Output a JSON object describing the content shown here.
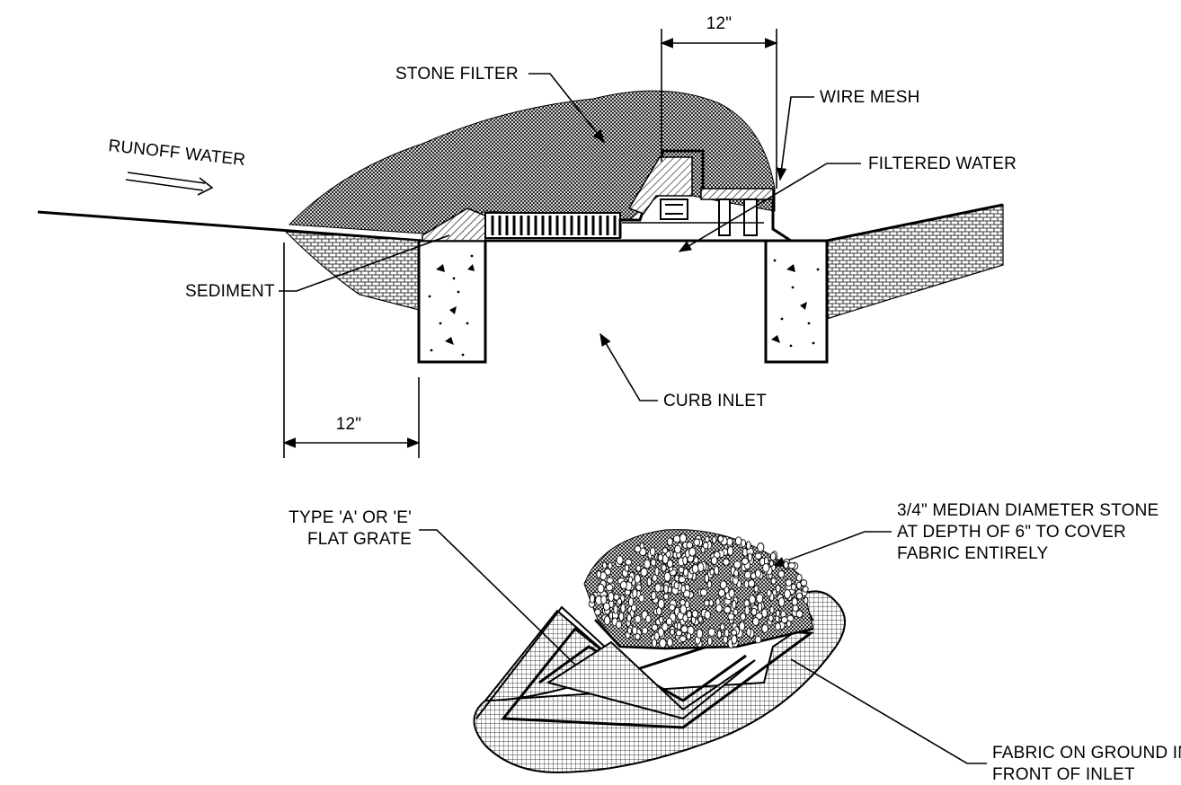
{
  "labels": {
    "dim_top": "12\"",
    "dim_left": "12\"",
    "stone_filter": "STONE FILTER",
    "wire_mesh": "WIRE MESH",
    "runoff_water": "RUNOFF WATER",
    "filtered_water": "FILTERED WATER",
    "sediment": "SEDIMENT",
    "curb_inlet": "CURB INLET",
    "grate_line1": "TYPE 'A' OR 'E'",
    "grate_line2": "FLAT GRATE",
    "stone_line1": "3/4\" MEDIAN DIAMETER STONE",
    "stone_line2": "AT DEPTH OF 6\" TO COVER",
    "stone_line3": "FABRIC ENTIRELY",
    "fabric_line1": "FABRIC ON GROUND IN",
    "fabric_line2": "FRONT OF INLET"
  },
  "icons": [
    "arrow-icon",
    "stone-texture",
    "soil-hatch-texture",
    "concrete-texture",
    "mesh-texture"
  ],
  "colors": {
    "ink": "#000000",
    "paper": "#ffffff"
  }
}
